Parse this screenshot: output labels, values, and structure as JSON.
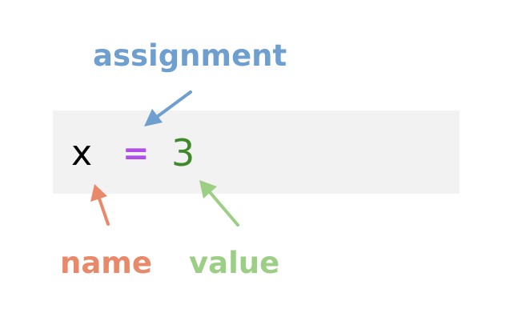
{
  "code": {
    "name_token": "x",
    "operator_token": "=",
    "value_token": "3"
  },
  "labels": {
    "assignment": "assignment",
    "name": "name",
    "value": "value"
  },
  "colors": {
    "assignment": "#6e9fce",
    "name": "#e8896a",
    "value": "#9ccf85",
    "operator": "#b14ee8",
    "literal": "#3e8a2a",
    "code_background": "#f2f2f2"
  }
}
